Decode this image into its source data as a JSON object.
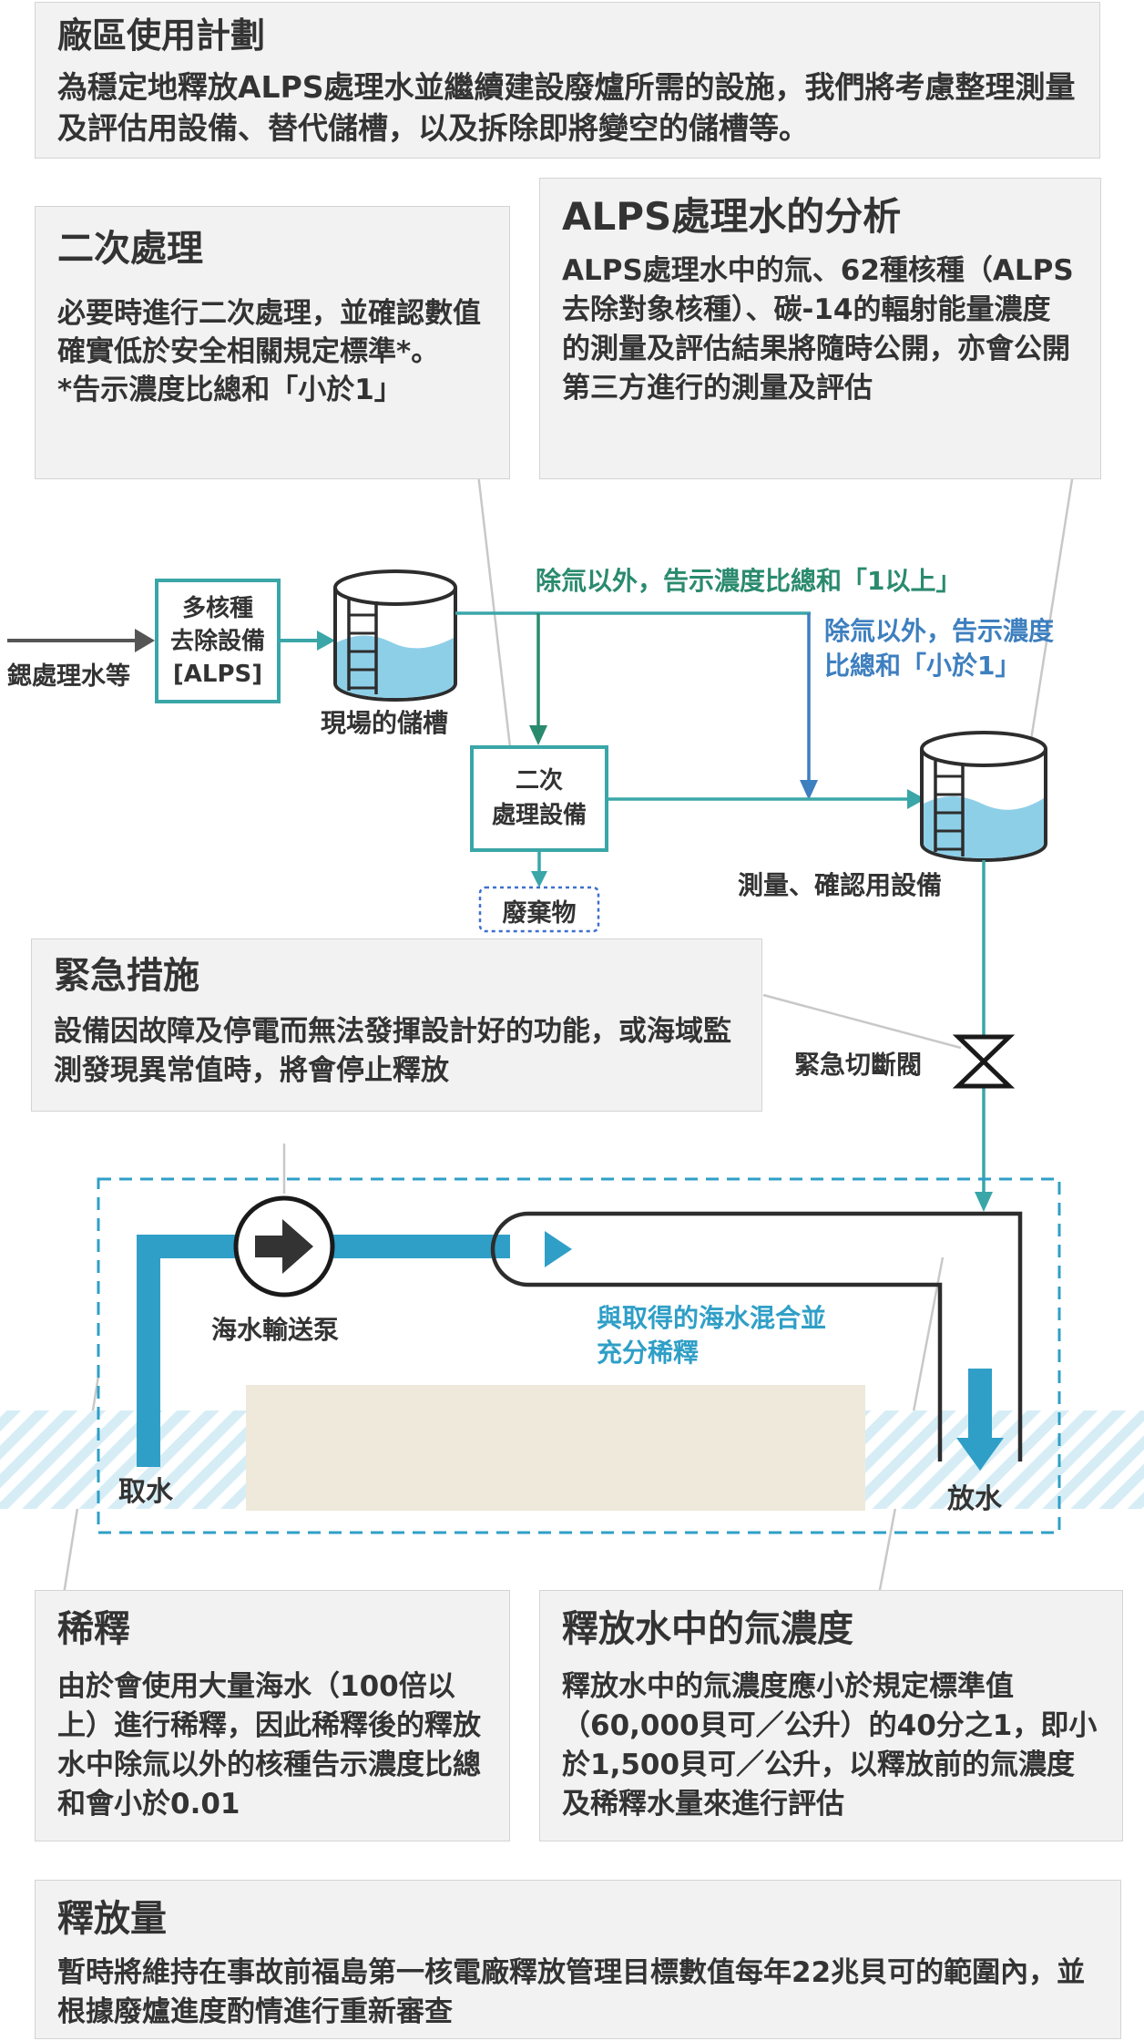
{
  "colors": {
    "teal": "#3aa6a8",
    "dark_green": "#2a8a6e",
    "blue": "#3d7fbf",
    "sea_blue": "#2f9fc7",
    "pipe_dark": "#333333",
    "panel_bg": "#f2f2f2",
    "sand": "#efe9dc",
    "water": "#8ecfe8"
  },
  "plan": {
    "title": "廠區使用計劃",
    "body": "為穩定地釋放ALPS處理水並繼續建設廢爐所需的設施，我們將考慮整理測量及評估用設備、替代儲槽，以及拆除即將變空的儲槽等。"
  },
  "secondary": {
    "title": "二次處理",
    "body": "必要時進行二次處理，並確認數值確實低於安全相關規定標準*。",
    "note": "*告示濃度比總和「小於1」"
  },
  "analysis": {
    "title": "ALPS處理水的分析",
    "body": "ALPS處理水中的氚、62種核種（ALPS去除對象核種）、碳-14的輻射能量濃度的測量及評估結果將隨時公開，亦會公開第三方進行的測量及評估"
  },
  "flow": {
    "input_label": "鍶處理水等",
    "alps_box": [
      "多核種",
      "去除設備",
      "[ALPS]"
    ],
    "tank_label": "現場的儲槽",
    "route_ge1": "除氚以外，告示濃度比總和「1以上」",
    "route_lt1": [
      "除氚以外，告示濃度",
      "比總和「小於1」"
    ],
    "secondary_box": [
      "二次",
      "處理設備"
    ],
    "waste": "廢棄物",
    "measure_label": "測量、確認用設備"
  },
  "emergency": {
    "title": "緊急措施",
    "body": "設備因故障及停電而無法發揮設計好的功能，或海域監測發現異常值時，將會停止釋放",
    "valve_label": "緊急切斷閥"
  },
  "sea": {
    "pump_label": "海水輸送泵",
    "mix_label": [
      "與取得的海水混合並",
      "充分稀釋"
    ],
    "intake_label": "取水",
    "discharge_label": "放水"
  },
  "dilution": {
    "title": "稀釋",
    "body": "由於會使用大量海水（100倍以上）進行稀釋，因此稀釋後的釋放水中除氚以外的核種告示濃度比總和會小於0.01"
  },
  "tritium": {
    "title": "釋放水中的氚濃度",
    "body": "釋放水中的氚濃度應小於規定標準值（60,000貝可／公升）的40分之1，即小於1,500貝可／公升，以釋放前的氚濃度及稀釋水量來進行評估"
  },
  "amount": {
    "title": "釋放量",
    "body": "暫時將維持在事故前福島第一核電廠釋放管理目標數值每年22兆貝可的範圍內，並根據廢爐進度酌情進行重新審查"
  }
}
